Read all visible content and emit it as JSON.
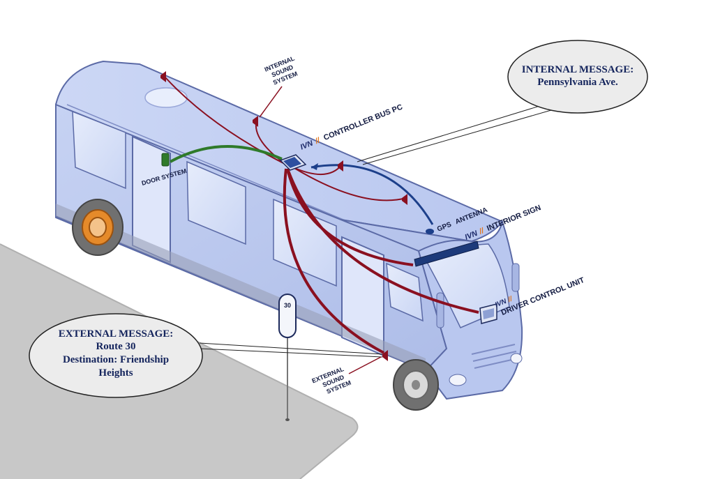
{
  "callouts": {
    "internal": {
      "title": "INTERNAL MESSAGE:",
      "text": "Pennsylvania Ave."
    },
    "external": {
      "title": "EXTERNAL MESSAGE:",
      "line1": "Route 30",
      "line2": "Destination: Friendship",
      "line3": "Heights"
    }
  },
  "labels": {
    "internal_sound": [
      "INTERNAL",
      "SOUND",
      "SYSTEM"
    ],
    "external_sound": [
      "EXTERNAL",
      "SOUND",
      "SYSTEM"
    ],
    "controller": "CONTROLLER BUS PC",
    "door": "DOOR SYSTEM",
    "gps": "GPS",
    "antenna": "ANTENNA",
    "interior_sign": "INTERIOR SIGN",
    "driver_unit": "DRIVER CONTROL UNIT",
    "brand": "IVN"
  },
  "stop_sign": {
    "route": "30"
  },
  "colors": {
    "bus_body": "#b7c6ee",
    "bus_outline": "#5b6aa6",
    "audio_wire": "#8a1020",
    "door_wire": "#2f7a2a",
    "gps_wire": "#1c3f8a",
    "sidewalk": "#c8c8c8",
    "brand_orange": "#e2761c",
    "text_navy": "#14245c"
  }
}
